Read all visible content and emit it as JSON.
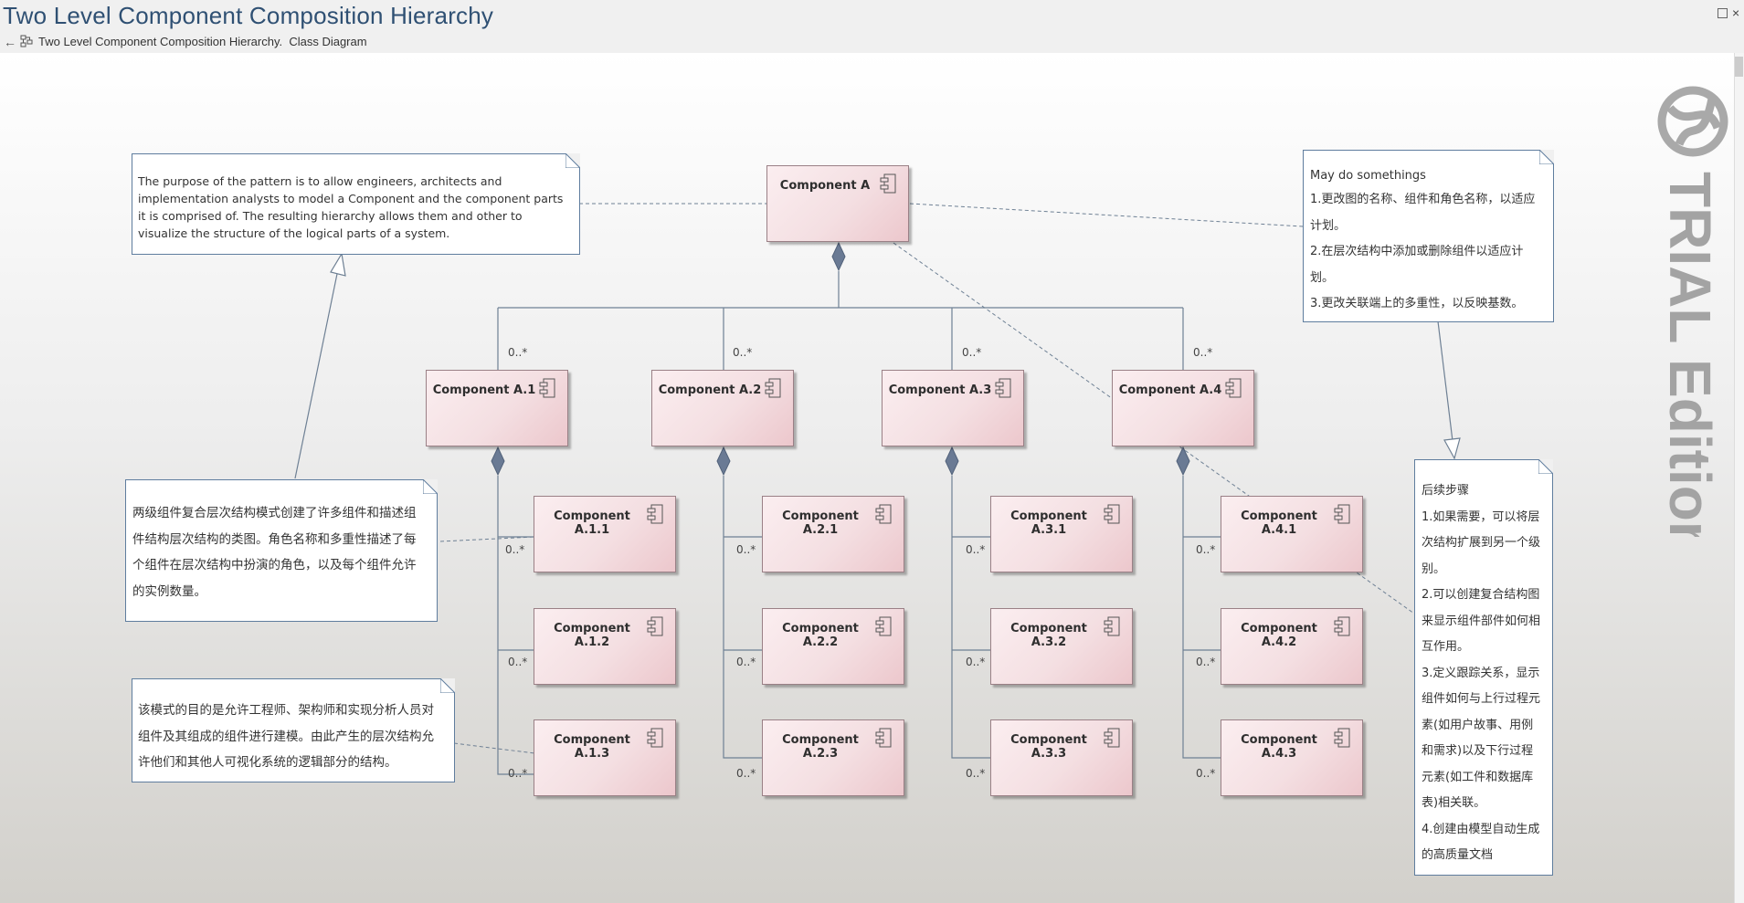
{
  "window": {
    "title": "Two Level Component Composition Hierarchy",
    "breadcrumb": "Two Level Component Composition Hierarchy.  Class Diagram"
  },
  "watermark": {
    "text": "TRIAL Edition"
  },
  "components": {
    "root": "Component A",
    "a1": "Component A.1",
    "a2": "Component A.2",
    "a3": "Component A.3",
    "a4": "Component A.4",
    "a11": "Component A.1.1",
    "a12": "Component A.1.2",
    "a13": "Component A.1.3",
    "a21": "Component A.2.1",
    "a22": "Component A.2.2",
    "a23": "Component A.2.3",
    "a31": "Component A.3.1",
    "a32": "Component A.3.2",
    "a33": "Component A.3.3",
    "a41": "Component A.4.1",
    "a42": "Component A.4.2",
    "a43": "Component A.4.3"
  },
  "multiplicity": "0..*",
  "notes": {
    "purpose_en": "The purpose of the pattern is to allow engineers, architects and implementation analysts to model a Component and the component parts it is comprised of. The resulting hierarchy allows them and other to visualize the structure of the logical parts of a system.",
    "desc_cn": "两级组件复合层次结构模式创建了许多组件和描述组件结构层次结构的类图。角色名称和多重性描述了每个组件在层次结构中扮演的角色，以及每个组件允许的实例数量。",
    "purpose_cn": "该模式的目的是允许工程师、架构师和实现分析人员对组件及其组成的组件进行建模。由此产生的层次结构允许他们和其他人可视化系统的逻辑部分的结构。",
    "maydo": {
      "title": "May do somethings",
      "items": [
        "1.更改图的名称、组件和角色名称，以适应计划。",
        "2.在层次结构中添加或删除组件以适应计划。",
        "3.更改关联端上的多重性，以反映基数。"
      ]
    },
    "next": {
      "title": "后续步骤",
      "items": [
        "1.如果需要，可以将层次结构扩展到另一个级别。",
        "2.可以创建复合结构图来显示组件部件如何相互作用。",
        "3.定义跟踪关系，显示组件如何与上行过程元素(如用户故事、用例和需求)以及下行过程元素(如工件和数据库表)相关联。",
        "4.创建由模型自动生成的高质量文档"
      ]
    }
  }
}
